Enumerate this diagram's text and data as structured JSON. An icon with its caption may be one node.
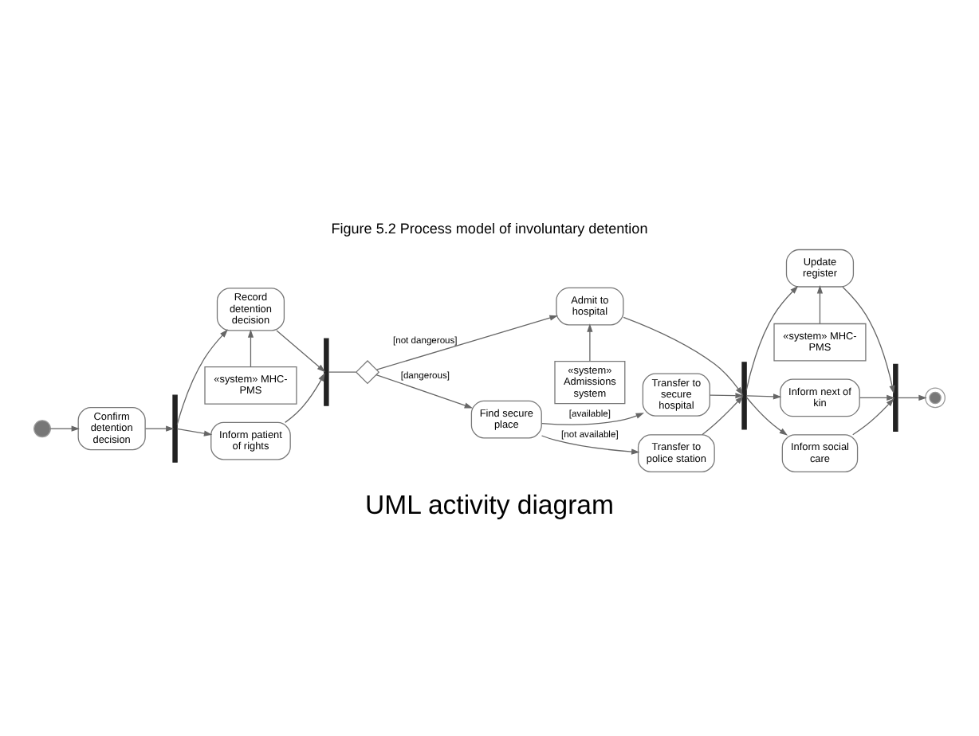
{
  "diagram": {
    "title": "Figure 5.2 Process model of involuntary detention",
    "caption": "UML activity diagram",
    "nodes": [
      {
        "text": [],
        "shape": "circle"
      },
      {
        "text": [
          "Confirm detention decision"
        ]
      },
      {
        "text": [],
        "shape": "bar"
      },
      {
        "text": [
          "Inform patient of rights"
        ]
      },
      {
        "text": [
          "Record detention decision"
        ]
      },
      {
        "text": [
          "«system» MHC-PMS"
        ]
      },
      {
        "text": [],
        "shape": "bar"
      },
      {
        "text": [],
        "shape": "diamond"
      },
      {
        "text": [
          "Find secure place"
        ]
      },
      {
        "text": [
          "Admit to hospital"
        ]
      },
      {
        "text": [
          "«system» Admissions system"
        ]
      },
      {
        "text": [
          "Transfer to police station"
        ]
      },
      {
        "text": [
          "Transfer to secure hospital"
        ]
      },
      {
        "text": [],
        "shape": "bar"
      },
      {
        "text": [
          "Inform social care"
        ]
      },
      {
        "text": [
          "Inform next of kin"
        ]
      },
      {
        "text": [
          "Update register"
        ]
      },
      {
        "text": [
          "«system» MHC-PMS"
        ]
      },
      {
        "text": [],
        "shape": "bar"
      },
      {
        "text": [],
        "shape": "circle"
      }
    ],
    "edges": [
      {
        "from": 0,
        "to": 1,
        "arrow": "to"
      },
      {
        "from": 1,
        "to": 2,
        "arrow": "to"
      },
      {
        "from": 2,
        "to": 3,
        "arrow": "to"
      },
      {
        "from": 2,
        "to": 4,
        "arrow": "to"
      },
      {
        "from": 5,
        "to": 4,
        "arrow": "to"
      },
      {
        "from": 3,
        "to": 6,
        "arrow": "to"
      },
      {
        "from": 4,
        "to": 6,
        "arrow": "to"
      },
      {
        "from": 6,
        "to": 7,
        "arrow": "none"
      },
      {
        "from": 7,
        "to": 8,
        "arrow": "to",
        "label": "[dangerous]"
      },
      {
        "from": 7,
        "to": 9,
        "arrow": "to",
        "label": "[not dangerous]"
      },
      {
        "from": 10,
        "to": 9,
        "arrow": "to"
      },
      {
        "from": 8,
        "to": 11,
        "arrow": "to",
        "label": "[not available]"
      },
      {
        "from": 8,
        "to": 12,
        "arrow": "to",
        "label": "[available]"
      },
      {
        "from": 11,
        "to": 13,
        "arrow": "to"
      },
      {
        "from": 12,
        "to": 13,
        "arrow": "to"
      },
      {
        "from": 9,
        "to": 13,
        "arrow": "to"
      },
      {
        "from": 13,
        "to": 14,
        "arrow": "to"
      },
      {
        "from": 13,
        "to": 15,
        "arrow": "to"
      },
      {
        "from": 13,
        "to": 16,
        "arrow": "to"
      },
      {
        "from": 17,
        "to": 16,
        "arrow": "to"
      },
      {
        "from": 14,
        "to": 18,
        "arrow": "to"
      },
      {
        "from": 15,
        "to": 18,
        "arrow": "to"
      },
      {
        "from": 16,
        "to": 18,
        "arrow": "to"
      },
      {
        "from": 18,
        "to": 19,
        "arrow": "to"
      }
    ]
  }
}
